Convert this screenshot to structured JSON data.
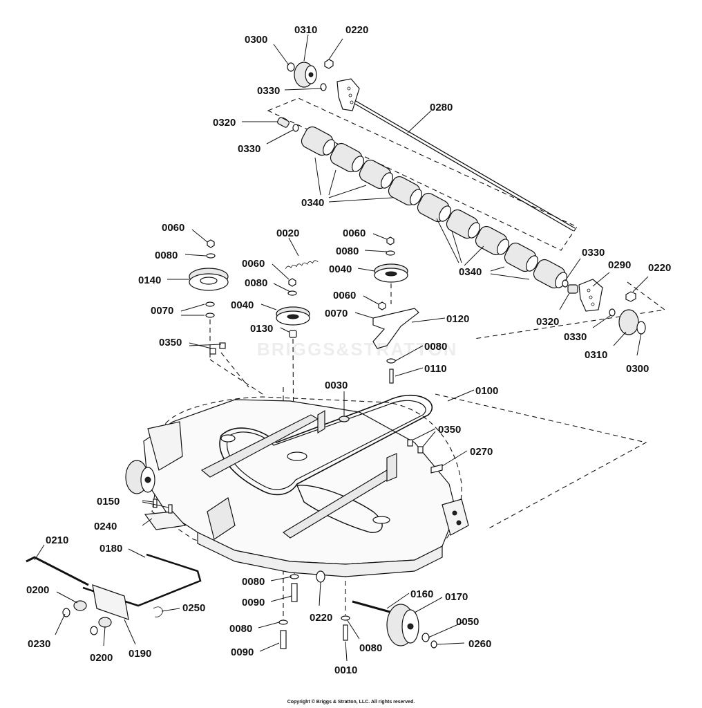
{
  "watermark": "BRIGGS&STRATTON",
  "copyright": "Copyright © Briggs & Stratton, LLC. All rights reserved.",
  "callouts": [
    {
      "id": "c0300a",
      "text": "0300"
    },
    {
      "id": "c0310a",
      "text": "0310"
    },
    {
      "id": "c0220a",
      "text": "0220"
    },
    {
      "id": "c0330a",
      "text": "0330"
    },
    {
      "id": "c0320a",
      "text": "0320"
    },
    {
      "id": "c0330b",
      "text": "0330"
    },
    {
      "id": "c0280",
      "text": "0280"
    },
    {
      "id": "c0340a",
      "text": "0340"
    },
    {
      "id": "c0340b",
      "text": "0340"
    },
    {
      "id": "c0330c",
      "text": "0330"
    },
    {
      "id": "c0290",
      "text": "0290"
    },
    {
      "id": "c0220b",
      "text": "0220"
    },
    {
      "id": "c0320b",
      "text": "0320"
    },
    {
      "id": "c0330d",
      "text": "0330"
    },
    {
      "id": "c0310b",
      "text": "0310"
    },
    {
      "id": "c0300b",
      "text": "0300"
    },
    {
      "id": "c0060a",
      "text": "0060"
    },
    {
      "id": "c0080a",
      "text": "0080"
    },
    {
      "id": "c0140",
      "text": "0140"
    },
    {
      "id": "c0070a",
      "text": "0070"
    },
    {
      "id": "c0020",
      "text": "0020"
    },
    {
      "id": "c0060b",
      "text": "0060"
    },
    {
      "id": "c0080b",
      "text": "0080"
    },
    {
      "id": "c0040a",
      "text": "0040"
    },
    {
      "id": "c0130",
      "text": "0130"
    },
    {
      "id": "c0060c",
      "text": "0060"
    },
    {
      "id": "c0080c",
      "text": "0080"
    },
    {
      "id": "c0040b",
      "text": "0040"
    },
    {
      "id": "c0060d",
      "text": "0060"
    },
    {
      "id": "c0070b",
      "text": "0070"
    },
    {
      "id": "c0120",
      "text": "0120"
    },
    {
      "id": "c0080d",
      "text": "0080"
    },
    {
      "id": "c0110",
      "text": "0110"
    },
    {
      "id": "c0350a",
      "text": "0350"
    },
    {
      "id": "c0030",
      "text": "0030"
    },
    {
      "id": "c0100",
      "text": "0100"
    },
    {
      "id": "c0350b",
      "text": "0350"
    },
    {
      "id": "c0270",
      "text": "0270"
    },
    {
      "id": "c0150",
      "text": "0150"
    },
    {
      "id": "c0240",
      "text": "0240"
    },
    {
      "id": "c0210",
      "text": "0210"
    },
    {
      "id": "c0180",
      "text": "0180"
    },
    {
      "id": "c0200a",
      "text": "0200"
    },
    {
      "id": "c0230",
      "text": "0230"
    },
    {
      "id": "c0200b",
      "text": "0200"
    },
    {
      "id": "c0190",
      "text": "0190"
    },
    {
      "id": "c0250",
      "text": "0250"
    },
    {
      "id": "c0080e",
      "text": "0080"
    },
    {
      "id": "c0090a",
      "text": "0090"
    },
    {
      "id": "c0080f",
      "text": "0080"
    },
    {
      "id": "c0090b",
      "text": "0090"
    },
    {
      "id": "c0220c",
      "text": "0220"
    },
    {
      "id": "c0080g",
      "text": "0080"
    },
    {
      "id": "c0010",
      "text": "0010"
    },
    {
      "id": "c0160",
      "text": "0160"
    },
    {
      "id": "c0170",
      "text": "0170"
    },
    {
      "id": "c0050",
      "text": "0050"
    },
    {
      "id": "c0260",
      "text": "0260"
    }
  ]
}
